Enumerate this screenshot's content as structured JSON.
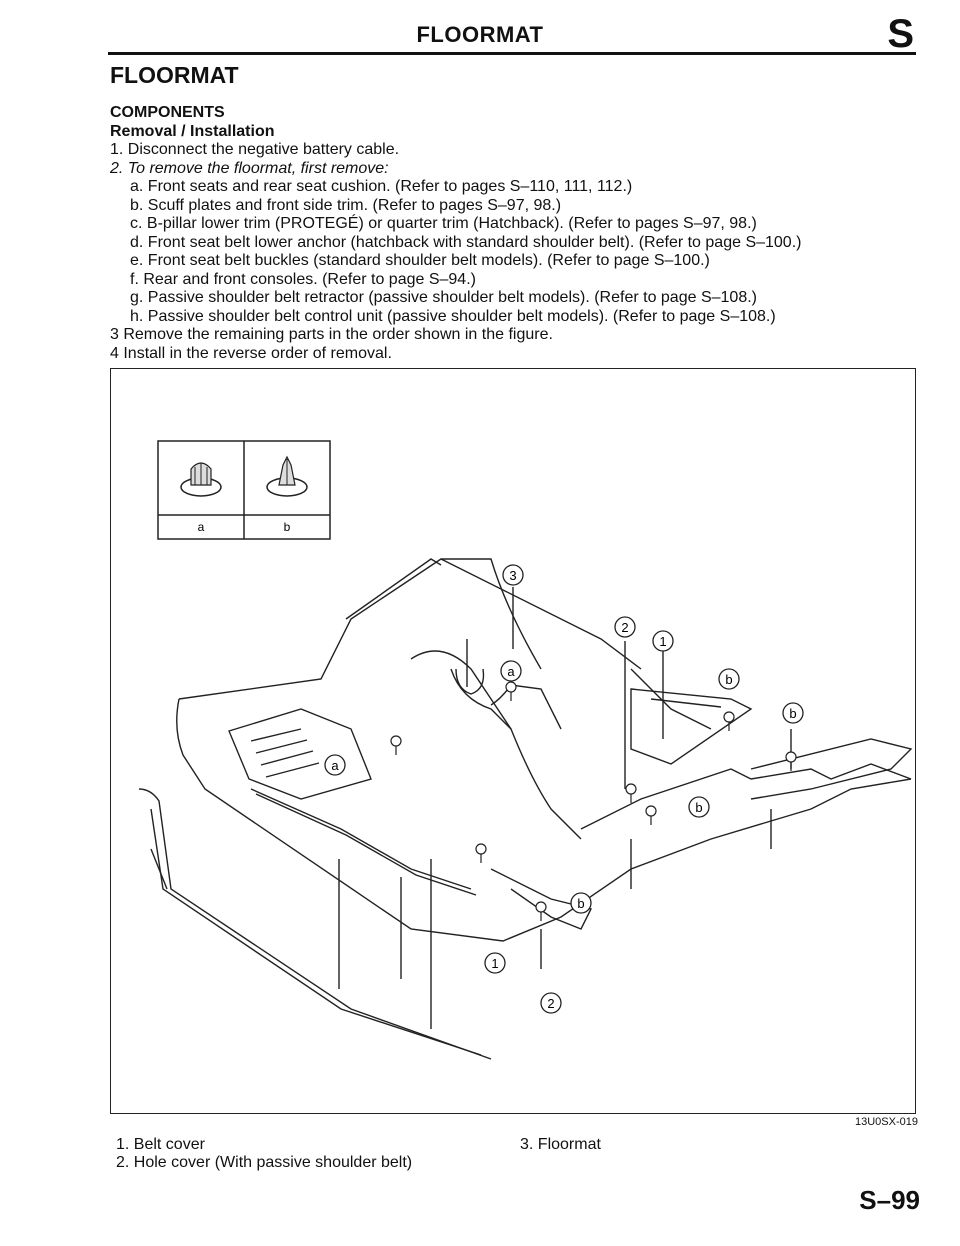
{
  "header": {
    "title": "FLOORMAT",
    "section_letter": "S"
  },
  "section_title": "FLOORMAT",
  "subtitle": "COMPONENTS",
  "procedure_title": "Removal / Installation",
  "steps": [
    "1. Disconnect the negative battery cable.",
    "2. To remove the floormat, first remove:",
    "a. Front seats and rear seat cushion. (Refer to pages S–110, 111, 112.)",
    "b. Scuff plates and front side trim. (Refer to pages S–97, 98.)",
    "c. B-pillar lower trim (PROTEGÉ) or quarter trim (Hatchback). (Refer to pages S–97, 98.)",
    "d. Front seat belt lower anchor (hatchback with standard shoulder belt). (Refer to page S–100.)",
    "e. Front seat belt buckles (standard shoulder belt models). (Refer to page S–100.)",
    "f. Rear and front consoles. (Refer to page S–94.)",
    "g. Passive shoulder belt retractor (passive shoulder belt models). (Refer to page S–108.)",
    "h. Passive shoulder belt control unit (passive shoulder belt models). (Refer to page S–108.)",
    "3 Remove the remaining parts in the order shown in the figure.",
    "4 Install in the reverse order of removal."
  ],
  "clip_table": {
    "labels": [
      "a",
      "b"
    ]
  },
  "callouts": {
    "n1": "1",
    "n2": "2",
    "n3": "3",
    "a": "a",
    "b": "b"
  },
  "figure_code": "13U0SX-019",
  "legend": {
    "item1": "1. Belt cover",
    "item2": "2. Hole cover (With passive shoulder belt)",
    "item3": "3. Floormat"
  },
  "page_number": "S–99"
}
